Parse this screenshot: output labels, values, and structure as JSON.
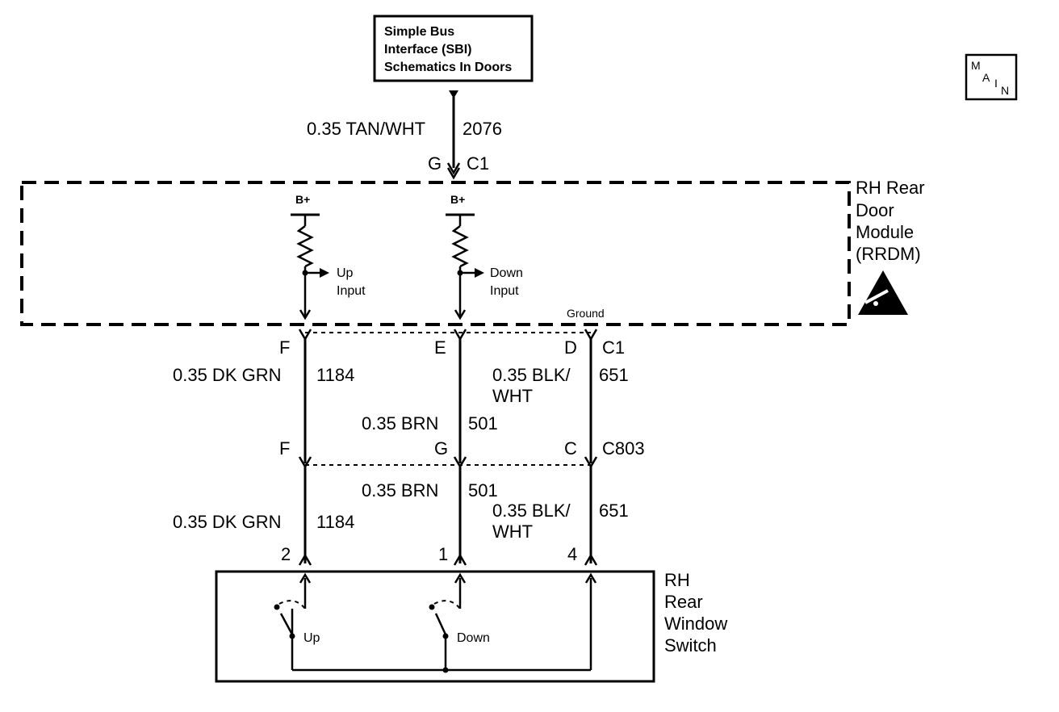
{
  "top_box": {
    "line1": "Simple Bus",
    "line2": "Interface (SBI)",
    "line3": "Schematics In Doors"
  },
  "main_icon": {
    "m": "M",
    "a": "A",
    "i": "I",
    "n": "N"
  },
  "top_wire": {
    "gauge_color": "0.35 TAN/WHT",
    "circuit": "2076",
    "pin": "G",
    "connector": "C1"
  },
  "module": {
    "name_line1": "RH Rear",
    "name_line2": "Door",
    "name_line3": "Module",
    "name_line4": "(RRDM)",
    "left": {
      "supply": "B+",
      "label1": "Up",
      "label2": "Input"
    },
    "center": {
      "supply": "B+",
      "label1": "Down",
      "label2": "Input"
    },
    "ground_label": "Ground",
    "esd_icon": "esd-warning-icon"
  },
  "c1_pins": {
    "left": "F",
    "center": "E",
    "right": "D",
    "connector": "C1"
  },
  "wires_upper": {
    "left": {
      "gauge_color": "0.35 DK GRN",
      "circuit": "1184"
    },
    "center": {
      "gauge_color": "0.35 BRN",
      "circuit": "501"
    },
    "right": {
      "gauge_line1": "0.35 BLK/",
      "gauge_line2": "WHT",
      "circuit": "651"
    }
  },
  "c803_pins": {
    "left": "F",
    "center": "G",
    "right": "C",
    "connector": "C803"
  },
  "wires_lower": {
    "left": {
      "gauge_color": "0.35 DK GRN",
      "circuit": "1184"
    },
    "center": {
      "gauge_color": "0.35 BRN",
      "circuit": "501"
    },
    "right": {
      "gauge_line1": "0.35 BLK/",
      "gauge_line2": "WHT",
      "circuit": "651"
    }
  },
  "switch_pins": {
    "left": "2",
    "center": "1",
    "right": "4"
  },
  "switch": {
    "name_line1": "RH",
    "name_line2": "Rear",
    "name_line3": "Window",
    "name_line4": "Switch",
    "up_label": "Up",
    "down_label": "Down"
  }
}
